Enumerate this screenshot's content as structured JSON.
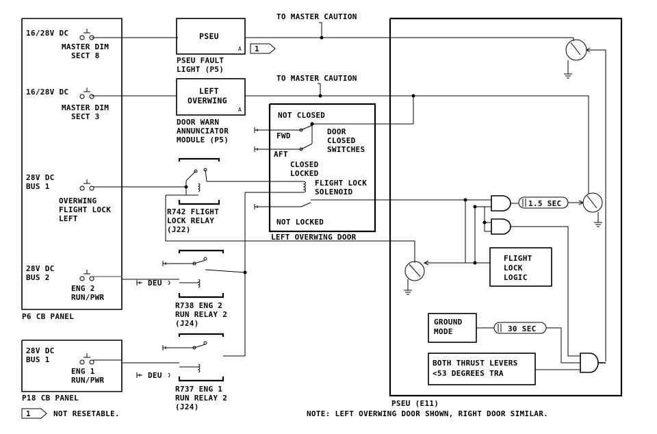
{
  "labels": {
    "to_master_caution_1": "TO MASTER CAUTION",
    "to_master_caution_2": "TO MASTER CAUTION",
    "cb_16_28_top": "16/28V DC",
    "master_dim_8_l1": "MASTER DIM",
    "master_dim_8_l2": "SECT 8",
    "cb_16_28_mid": "16/28V DC",
    "master_dim_3_l1": "MASTER DIM",
    "master_dim_3_l2": "SECT 3",
    "bus1_l1": "28V DC",
    "bus1_l2": "BUS 1",
    "overwing_l1": "OVERWING",
    "overwing_l2": "FLIGHT LOCK",
    "overwing_l3": "LEFT",
    "bus2_l1": "28V DC",
    "bus2_l2": "BUS 2",
    "eng2_l1": "ENG 2",
    "eng2_l2": "RUN/PWR",
    "p6_panel": "P6 CB PANEL",
    "p18_bus_l1": "28V DC",
    "p18_bus_l2": "BUS 1",
    "eng1_l1": "ENG 1",
    "eng1_l2": "RUN/PWR",
    "p18_panel": "P18 CB PANEL",
    "pseu_box": "PSEU",
    "pseu_box_tag": "A",
    "pseu_fault_l1": "PSEU FAULT",
    "pseu_fault_l2": "LIGHT (P5)",
    "note_ref": "1",
    "left_overwing_l1": "LEFT",
    "left_overwing_l2": "OVERWING",
    "left_overwing_tag": "A",
    "door_warn_l1": "DOOR WARN",
    "door_warn_l2": "ANNUNCIATOR",
    "door_warn_l3": "MODULE (P5)",
    "not_closed": "NOT CLOSED",
    "fwd": "FWD",
    "aft": "AFT",
    "door_sw_l1": "DOOR",
    "door_sw_l2": "CLOSED",
    "door_sw_l3": "SWITCHES",
    "closed_locked_l1": "CLOSED",
    "closed_locked_l2": "LOCKED",
    "flight_lock_sol_l1": "FLIGHT LOCK",
    "flight_lock_sol_l2": "SOLENOID",
    "not_locked": "NOT LOCKED",
    "left_overwing_door": "LEFT OVERWING DOOR",
    "r742_l1": "R742 FLIGHT",
    "r742_l2": "LOCK RELAY",
    "r742_l3": "(J22)",
    "deu_1": "DEU",
    "r738_l1": "R738 ENG 2",
    "r738_l2": "RUN RELAY 2",
    "r738_l3": "(J24)",
    "deu_2": "DEU",
    "r737_l1": "R737 ENG 1",
    "r737_l2": "RUN RELAY 2",
    "r737_l3": "(J24)",
    "timer_1_5": "1.5 SEC",
    "flight_lock_logic_l1": "FLIGHT",
    "flight_lock_logic_l2": "LOCK",
    "flight_lock_logic_l3": "LOGIC",
    "ground_mode_l1": "GROUND",
    "ground_mode_l2": "MODE",
    "timer_30": "30 SEC",
    "thrust_l1": "BOTH THRUST LEVERS",
    "thrust_l2": "<53 DEGREES TRA",
    "pseu_e11": "PSEU (E11)",
    "note_not_resetable": "NOT RESETABLE.",
    "note_bottom": "NOTE: LEFT OVERWING DOOR SHOWN, RIGHT DOOR SIMILAR."
  }
}
